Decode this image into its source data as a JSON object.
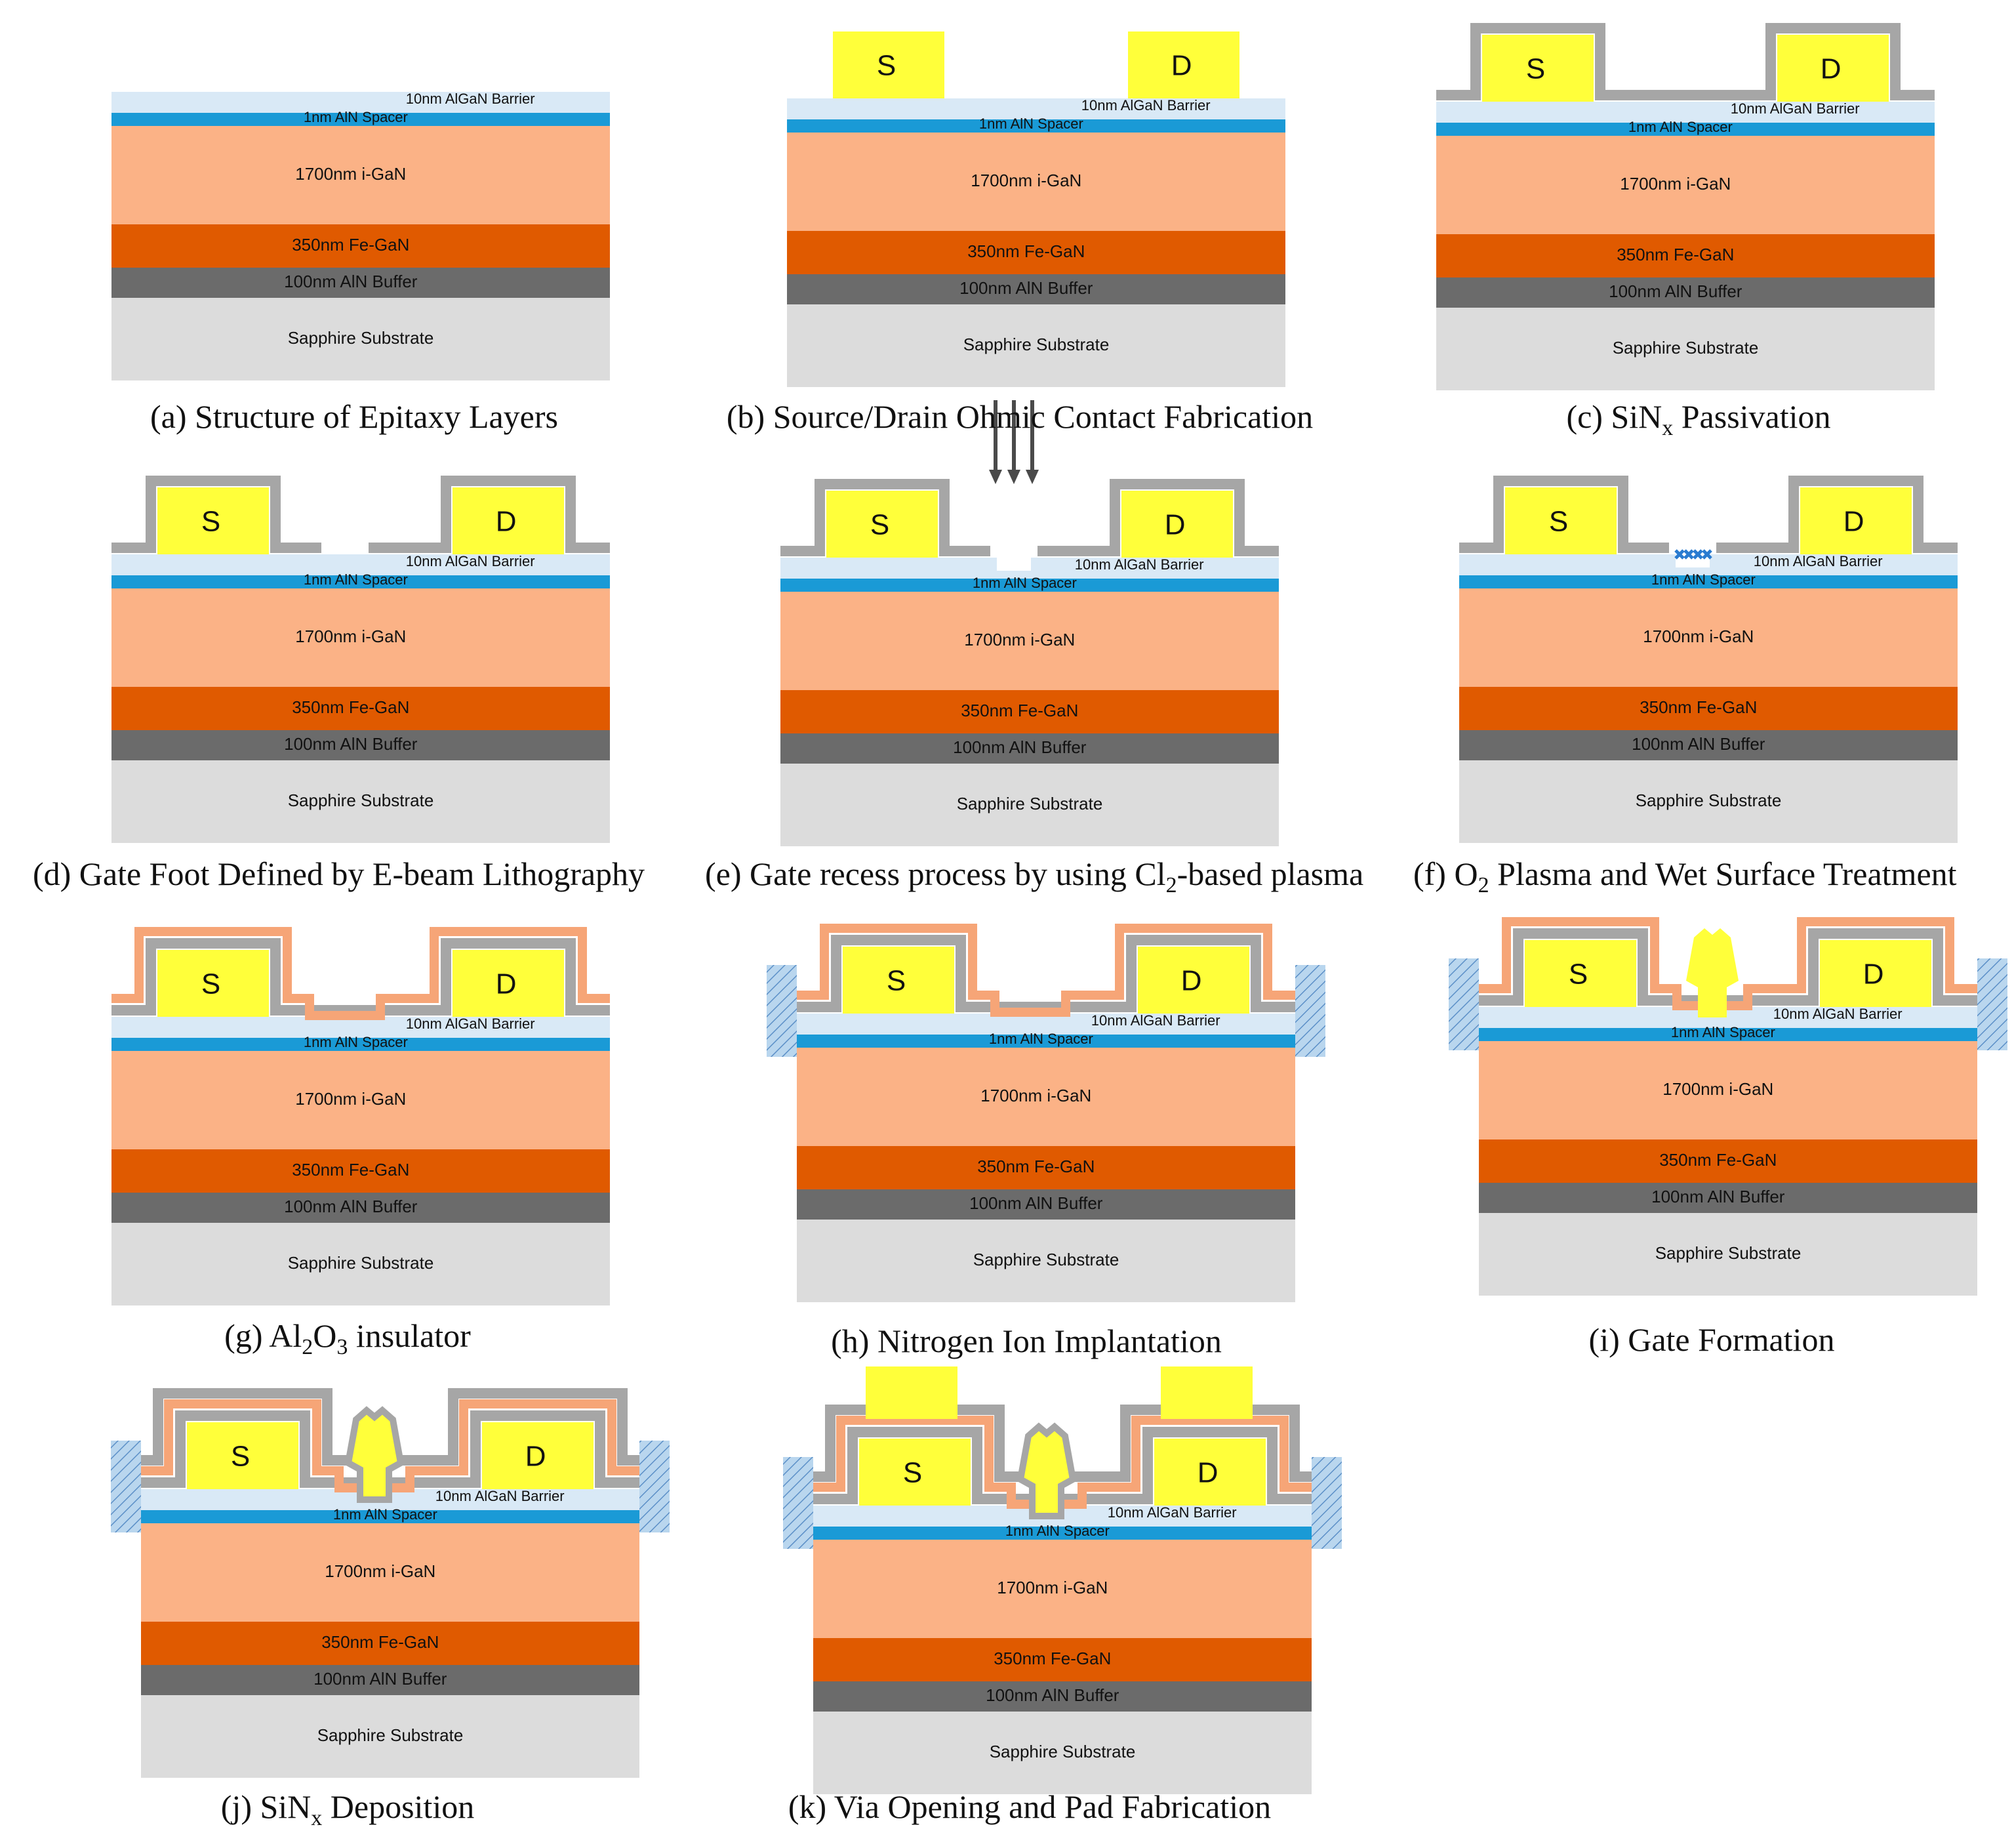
{
  "colors": {
    "algan": "#d9e9f6",
    "aln_spacer": "#1a9ad6",
    "i_gan": "#fbb286",
    "fe_gan": "#e05a00",
    "aln_buffer": "#6b6b6b",
    "sapphire": "#dcdcdc",
    "contact": "#ffff3a",
    "sin_passivation": "#a6a6a6",
    "al2o3": "#f6a577",
    "implant_hatch": "#b9d6ee",
    "plasma_arrow": "#4a4a4a",
    "treatment_marks": "#2a7bd0"
  },
  "layer_labels": {
    "algan": "10nm AlGaN Barrier",
    "spacer": "1nm AlN Spacer",
    "igan": "1700nm i-GaN",
    "fegan": "350nm Fe-GaN",
    "buffer": "100nm AlN Buffer",
    "substrate": "Sapphire Substrate"
  },
  "contact_labels": {
    "source": "S",
    "drain": "D"
  },
  "panels": [
    {
      "id": "a",
      "caption": "(a) Structure of Epitaxy Layers"
    },
    {
      "id": "b",
      "caption": "(b) Source/Drain Ohmic Contact Fabrication"
    },
    {
      "id": "c",
      "caption_pre": "(c) SiN",
      "caption_sub": "x",
      "caption_post": " Passivation"
    },
    {
      "id": "d",
      "caption": "(d) Gate Foot Defined by E-beam Lithography"
    },
    {
      "id": "e",
      "caption_pre": "(e) Gate recess process by using Cl",
      "caption_sub": "2",
      "caption_post": "-based plasma"
    },
    {
      "id": "f",
      "caption_pre": "(f) O",
      "caption_sub": "2",
      "caption_post": " Plasma and Wet Surface Treatment"
    },
    {
      "id": "g",
      "caption_pre": "(g) Al",
      "caption_sub": "2",
      "caption_mid": "O",
      "caption_sub2": "3",
      "caption_post": " insulator"
    },
    {
      "id": "h",
      "caption": "(h) Nitrogen Ion Implantation"
    },
    {
      "id": "i",
      "caption": "(i) Gate Formation"
    },
    {
      "id": "j",
      "caption_pre": "(j) SiN",
      "caption_sub": "x",
      "caption_post": " Deposition"
    },
    {
      "id": "k",
      "caption": "(k) Via Opening and Pad Fabrication"
    }
  ]
}
